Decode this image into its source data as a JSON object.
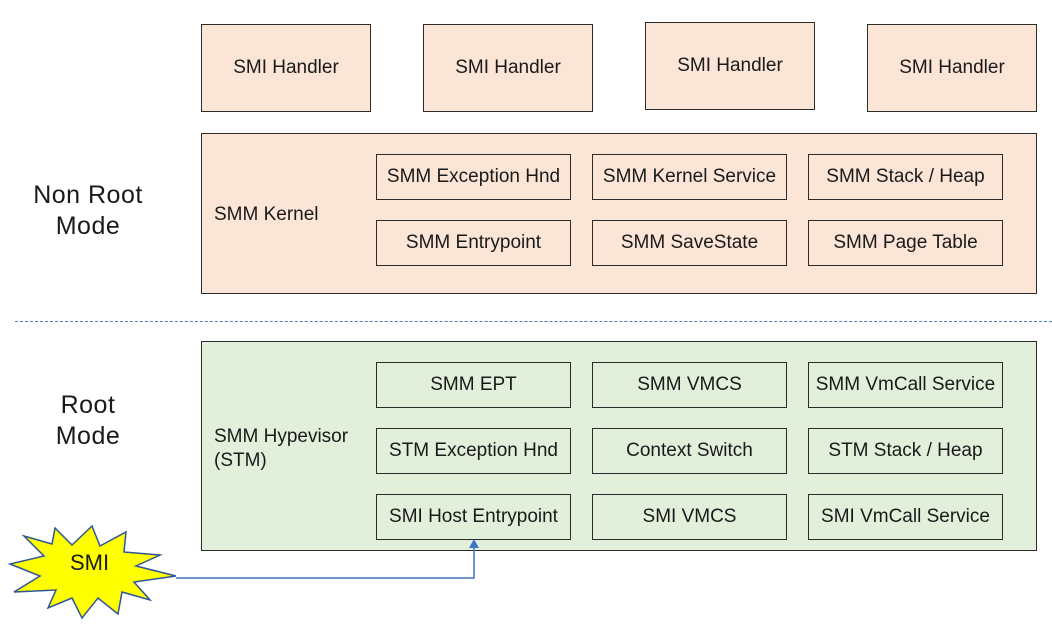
{
  "handlers": [
    "SMI Handler",
    "SMI Handler",
    "SMI Handler",
    "SMI Handler"
  ],
  "modes": {
    "non_root_line1": "Non Root",
    "non_root_line2": "Mode",
    "root_line1": "Root",
    "root_line2": "Mode"
  },
  "kernel": {
    "label": "SMM Kernel",
    "items": [
      "SMM Exception Hnd",
      "SMM Kernel Service",
      "SMM Stack / Heap",
      "SMM Entrypoint",
      "SMM SaveState",
      "SMM Page Table"
    ]
  },
  "hypervisor": {
    "label_line1": "SMM Hypevisor",
    "label_line2": "(STM)",
    "items": [
      "SMM EPT",
      "SMM VMCS",
      "SMM VmCall Service",
      "STM Exception Hnd",
      "Context Switch",
      "STM Stack / Heap",
      "SMI Host Entrypoint",
      "SMI VMCS",
      "SMI VmCall Service"
    ]
  },
  "smi": {
    "label": "SMI"
  },
  "colors": {
    "non_root_fill": "#fbe5d6",
    "root_fill": "#e2efda",
    "smi_burst": "#ffff00",
    "arrow": "#4472c4"
  }
}
